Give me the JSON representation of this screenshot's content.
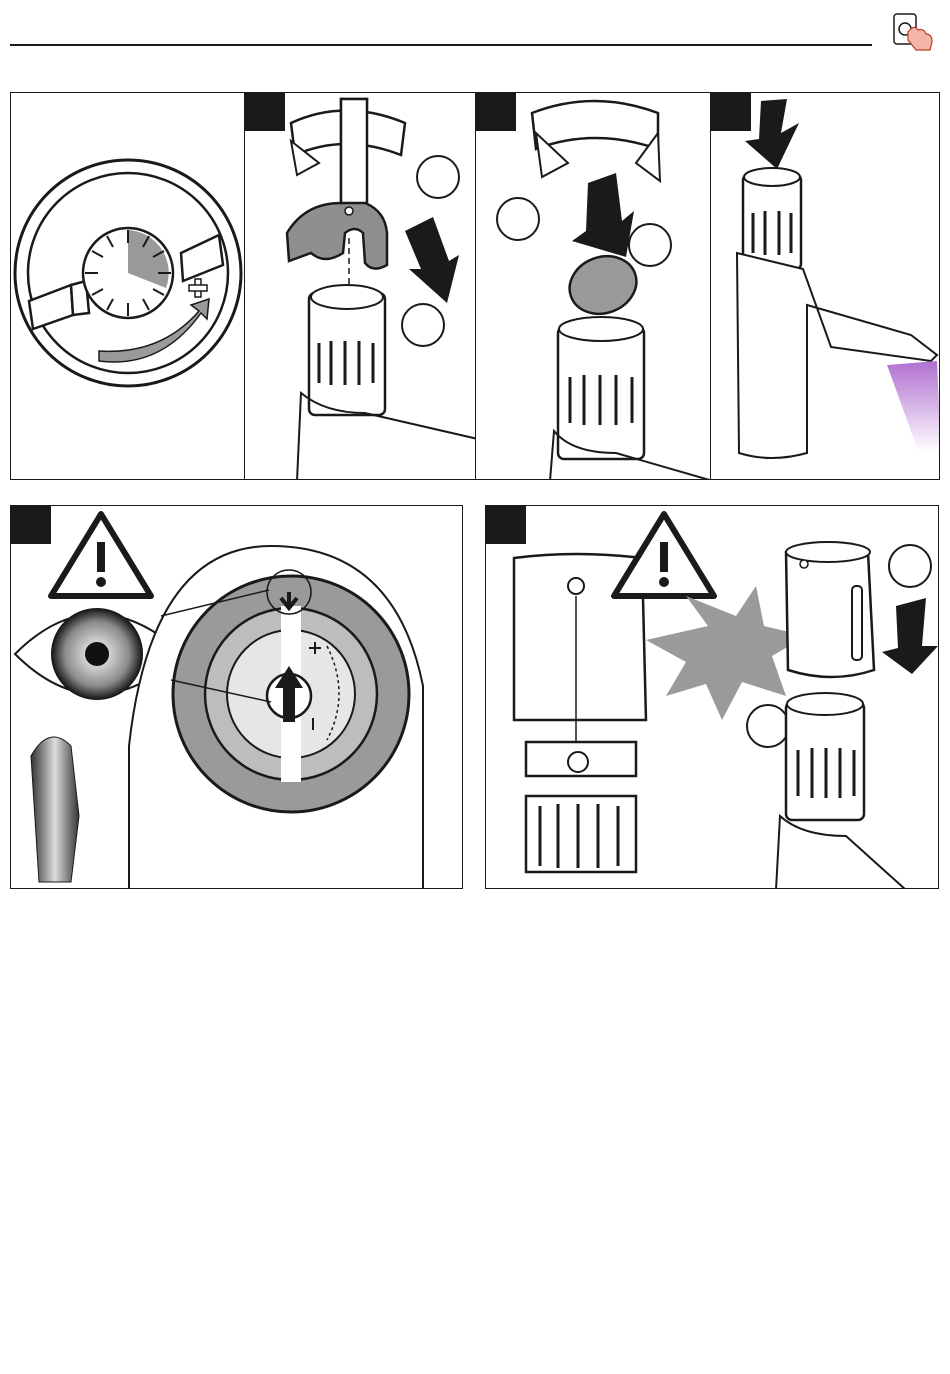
{
  "page": {
    "header_icon": "hand-pressing-button-icon"
  },
  "top_row": {
    "panels": [
      {
        "name": "temperature-limit-dial",
        "icons": [
          "dial-scale-icon",
          "plus-icon",
          "curved-arrow-icon"
        ]
      },
      {
        "name": "wrench-removal",
        "icons": [
          "wrench-icon",
          "rotate-arrow-icon",
          "down-arrow-icon"
        ]
      },
      {
        "name": "scald-guard-removal",
        "icons": [
          "rotate-arrow-icon",
          "down-arrow-icon",
          "disc-icon"
        ]
      },
      {
        "name": "reinstall-cartridge",
        "icons": [
          "down-arrow-icon",
          "faucet-icon"
        ]
      }
    ]
  },
  "bottom_row": {
    "panels": [
      {
        "name": "alignment-check",
        "icons": [
          "warning-icon",
          "eye-icon",
          "arrow-up-icon",
          "plus-icon",
          "minus-icon"
        ]
      },
      {
        "name": "handle-reinstall",
        "icons": [
          "warning-icon",
          "collision-burst-icon",
          "down-arrow-icon",
          "handle-icon"
        ]
      }
    ]
  },
  "colors": {
    "line": "#1a1a1a",
    "grey_fill": "#9a9a9a",
    "purple_stream": "#b070d0"
  }
}
